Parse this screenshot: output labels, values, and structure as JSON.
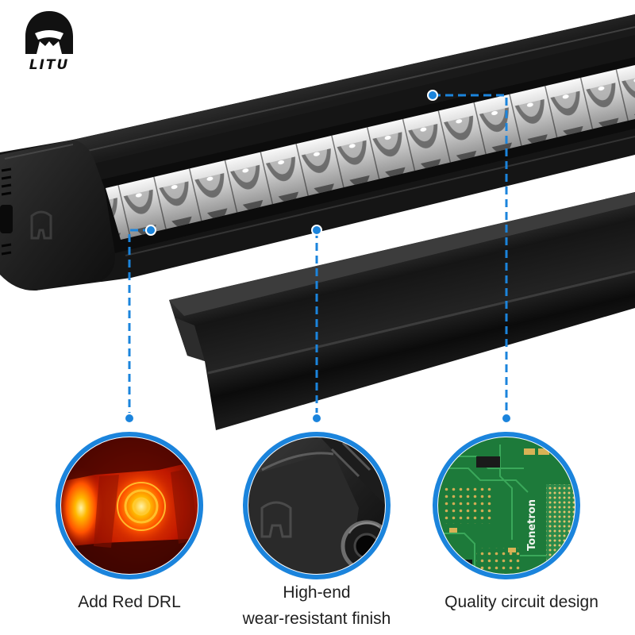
{
  "brand": {
    "logo_text": "LITU",
    "logo_icon": "helmet-logo-icon"
  },
  "features": [
    {
      "lines": [
        "Add Red DRL"
      ]
    },
    {
      "lines": [
        "High-end",
        "wear-resistant finish"
      ]
    },
    {
      "lines": [
        "Quality circuit design"
      ]
    }
  ],
  "closeup_markings": {
    "pcb": "Tonetron"
  },
  "colors": {
    "accent": "#1b84dc",
    "label_text": "#1f1f1f",
    "background": "#ffffff"
  }
}
